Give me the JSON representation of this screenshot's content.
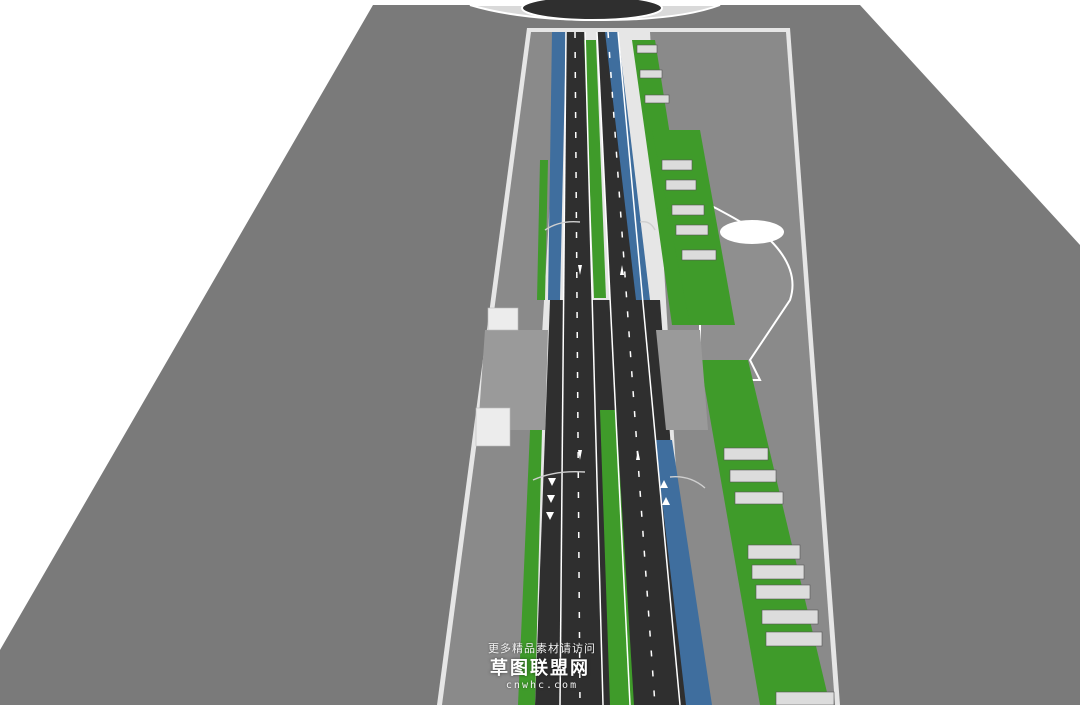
{
  "scene": {
    "colors": {
      "ground": "#7a7a7a",
      "sidewalk": "#8e8e8e",
      "asphalt": "#333333",
      "bike_lane": "#3f6e9e",
      "green": "#3f9b2a",
      "curb": "#e0e0e0",
      "white_bg": "#ffffff"
    },
    "icons": [
      "road-arrow-icon",
      "bike-lane-symbol-icon",
      "street-lamp-icon",
      "parking-grid-icon"
    ]
  },
  "watermark": {
    "line1": "更多精品素材请访问",
    "line2": "草图联盟网",
    "line3": "cnwhc.com"
  }
}
